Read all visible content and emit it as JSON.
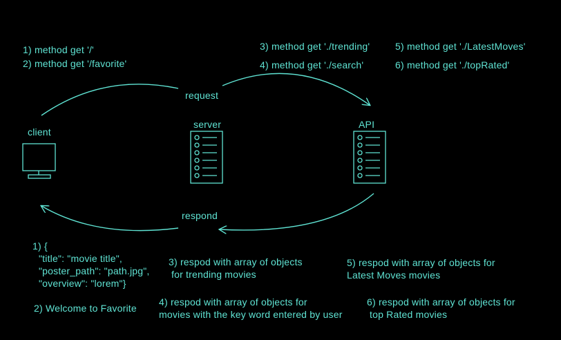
{
  "requests": {
    "client_1": "1) method get '/'",
    "client_2": "2) method get '/favorite'",
    "api_3": "3) method get './trending'",
    "api_4": "4) method get './search'",
    "api_5": "5) method get './LatestMoves'",
    "api_6": "6) method get './topRated'"
  },
  "nodes": {
    "client": "client",
    "server": "server",
    "api": "API"
  },
  "arrows": {
    "request": "request",
    "respond": "respond"
  },
  "responses": {
    "r1_line1": "1) {",
    "r1_line2": "\"title\": \"movie title\",",
    "r1_line3": "\"poster_path\": \"path.jpg\",",
    "r1_line4": "\"overview\": \"lorem\"}",
    "r2": "2) Welcome to Favorite",
    "r3_line1": "3) respod with array of objects",
    "r3_line2": "for trending movies",
    "r4_line1": "4) respod with array of objects for",
    "r4_line2": "movies with the key word entered by user",
    "r5_line1": "5) respod with array of objects for",
    "r5_line2": "Latest Moves movies",
    "r6_line1": "6) respod with array of objects for",
    "r6_line2": "top Rated movies"
  },
  "colors": {
    "stroke": "#5fe3d3",
    "background": "#000000"
  }
}
